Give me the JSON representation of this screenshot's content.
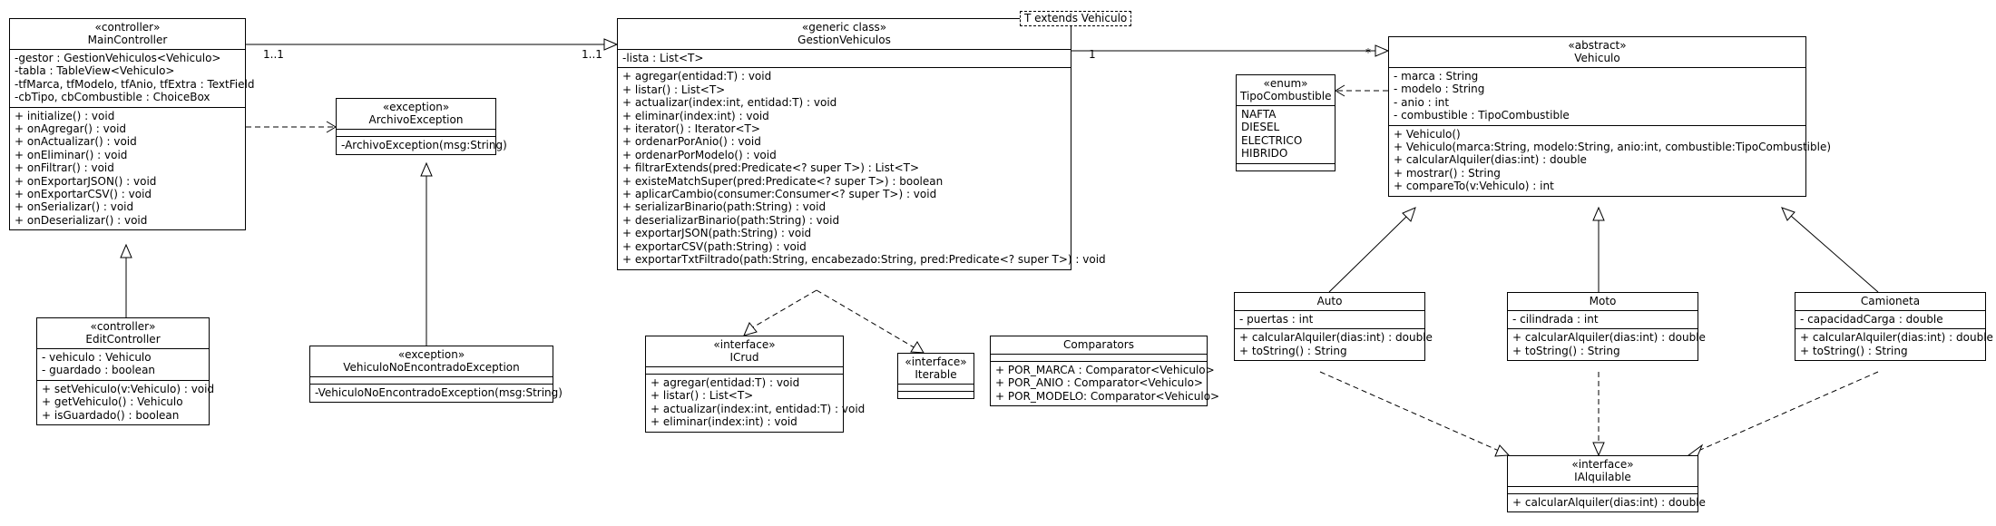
{
  "classes": {
    "main_controller": {
      "stereotype": "«controller»",
      "name": "MainController",
      "attributes": [
        "-gestor : GestionVehiculos<Vehiculo>",
        "-tabla : TableView<Vehiculo>",
        "-tfMarca, tfModelo, tfAnio, tfExtra : TextField",
        "-cbTipo, cbCombustible : ChoiceBox"
      ],
      "methods": [
        "+ initialize() : void",
        "+ onAgregar() : void",
        "+ onActualizar() : void",
        "+ onEliminar() : void",
        "+ onFiltrar() : void",
        "+ onExportarJSON() : void",
        "+ onExportarCSV() : void",
        "+ onSerializar() : void",
        "+ onDeserializar() : void"
      ]
    },
    "edit_controller": {
      "stereotype": "«controller»",
      "name": "EditController",
      "attributes": [
        "- vehiculo : Vehiculo",
        "- guardado : boolean"
      ],
      "methods": [
        "+ setVehiculo(v:Vehiculo) : void",
        "+ getVehiculo() : Vehiculo",
        "+ isGuardado() : boolean"
      ]
    },
    "archivo_exception": {
      "stereotype": "«exception»",
      "name": "ArchivoException",
      "attributes": [],
      "methods": [
        "-ArchivoException(msg:String)"
      ]
    },
    "vehiculo_no_encontrado_exception": {
      "stereotype": "«exception»",
      "name": "VehiculoNoEncontradoException",
      "attributes": [],
      "methods": [
        "-VehiculoNoEncontradoException(msg:String)"
      ]
    },
    "gestion_vehiculos": {
      "stereotype": "«generic class»",
      "name": "GestionVehiculos",
      "type_parameter": "T extends Vehiculo",
      "attributes": [
        "-lista : List<T>"
      ],
      "methods": [
        "+ agregar(entidad:T) : void",
        "+ listar() : List<T>",
        "+ actualizar(index:int, entidad:T) : void",
        "+ eliminar(index:int) : void",
        "+ iterator() : Iterator<T>",
        "+ ordenarPorAnio() : void",
        "+ ordenarPorModelo() : void",
        "+ filtrarExtends(pred:Predicate<? super T>) : List<T>",
        "+ existeMatchSuper(pred:Predicate<? super T>) : boolean",
        "+ aplicarCambio(consumer:Consumer<? super T>) : void",
        "+ serializarBinario(path:String) : void",
        "+ deserializarBinario(path:String) : void",
        "+ exportarJSON(path:String) : void",
        "+ exportarCSV(path:String) : void",
        "+ exportarTxtFiltrado(path:String, encabezado:String, pred:Predicate<? super T>) : void"
      ]
    },
    "icrud": {
      "stereotype": "«interface»",
      "name": "ICrud",
      "attributes": [],
      "methods": [
        "+ agregar(entidad:T) : void",
        "+ listar() : List<T>",
        "+ actualizar(index:int, entidad:T) : void",
        "+ eliminar(index:int) : void"
      ]
    },
    "iterable": {
      "stereotype": "«interface»",
      "name": "Iterable",
      "attributes": [],
      "methods": []
    },
    "comparators": {
      "stereotype": "",
      "name": "Comparators",
      "attributes": [],
      "methods": [
        "+ POR_MARCA : Comparator<Vehiculo>",
        "+ POR_ANIO  : Comparator<Vehiculo>",
        "+ POR_MODELO: Comparator<Vehiculo>"
      ]
    },
    "tipo_combustible": {
      "stereotype": "«enum»",
      "name": "TipoCombustible",
      "attributes": [
        "NAFTA",
        "DIESEL",
        "ELECTRICO",
        "HIBRIDO"
      ],
      "methods": []
    },
    "vehiculo": {
      "stereotype": "«abstract»",
      "name": "Vehiculo",
      "attributes": [
        "- marca : String",
        "- modelo : String",
        "- anio : int",
        "- combustible : TipoCombustible"
      ],
      "methods": [
        "+ Vehiculo()",
        "+ Vehiculo(marca:String, modelo:String, anio:int, combustible:TipoCombustible)",
        "+ calcularAlquiler(dias:int) : double",
        "+ mostrar() : String",
        "+ compareTo(v:Vehiculo) : int"
      ]
    },
    "auto": {
      "stereotype": "",
      "name": "Auto",
      "attributes": [
        "- puertas : int"
      ],
      "methods": [
        "+ calcularAlquiler(dias:int) : double",
        "+ toString() : String"
      ]
    },
    "moto": {
      "stereotype": "",
      "name": "Moto",
      "attributes": [
        "- cilindrada : int"
      ],
      "methods": [
        "+ calcularAlquiler(dias:int) : double",
        "+ toString() : String"
      ]
    },
    "camioneta": {
      "stereotype": "",
      "name": "Camioneta",
      "attributes": [
        "- capacidadCarga : double"
      ],
      "methods": [
        "+ calcularAlquiler(dias:int) : double",
        "+ toString() : String"
      ]
    },
    "ialquilable": {
      "stereotype": "«interface»",
      "name": "IAlquilable",
      "attributes": [],
      "methods": [
        "+ calcularAlquiler(dias:int) : double"
      ]
    }
  },
  "multiplicities": {
    "main_to_gestion_source": "1..1",
    "main_to_gestion_target": "1..1",
    "gestion_to_vehiculo_source": "1",
    "gestion_to_vehiculo_target": "*"
  }
}
